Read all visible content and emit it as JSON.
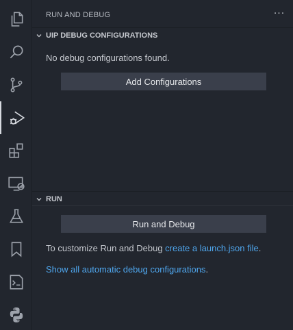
{
  "sidebar": {
    "title": "RUN AND DEBUG",
    "more_label": "···"
  },
  "uip_section": {
    "header": "UIP DEBUG CONFIGURATIONS",
    "message": "No debug configurations found.",
    "add_button": "Add Configurations"
  },
  "run_section": {
    "header": "RUN",
    "run_button": "Run and Debug",
    "hint_prefix": "To customize Run and Debug ",
    "hint_link": "create a launch.json file",
    "hint_suffix": ".",
    "show_all_link": "Show all automatic debug configurations",
    "show_all_suffix": "."
  },
  "activity_bar": {
    "icons": [
      "explorer-icon",
      "search-icon",
      "source-control-icon",
      "run-debug-icon",
      "extensions-icon",
      "remote-explorer-icon",
      "testing-icon",
      "bookmarks-icon",
      "terminal-icon",
      "python-icon"
    ]
  },
  "colors": {
    "background": "#22262e",
    "button": "#3a3f4b",
    "link": "#4fa6ed"
  }
}
